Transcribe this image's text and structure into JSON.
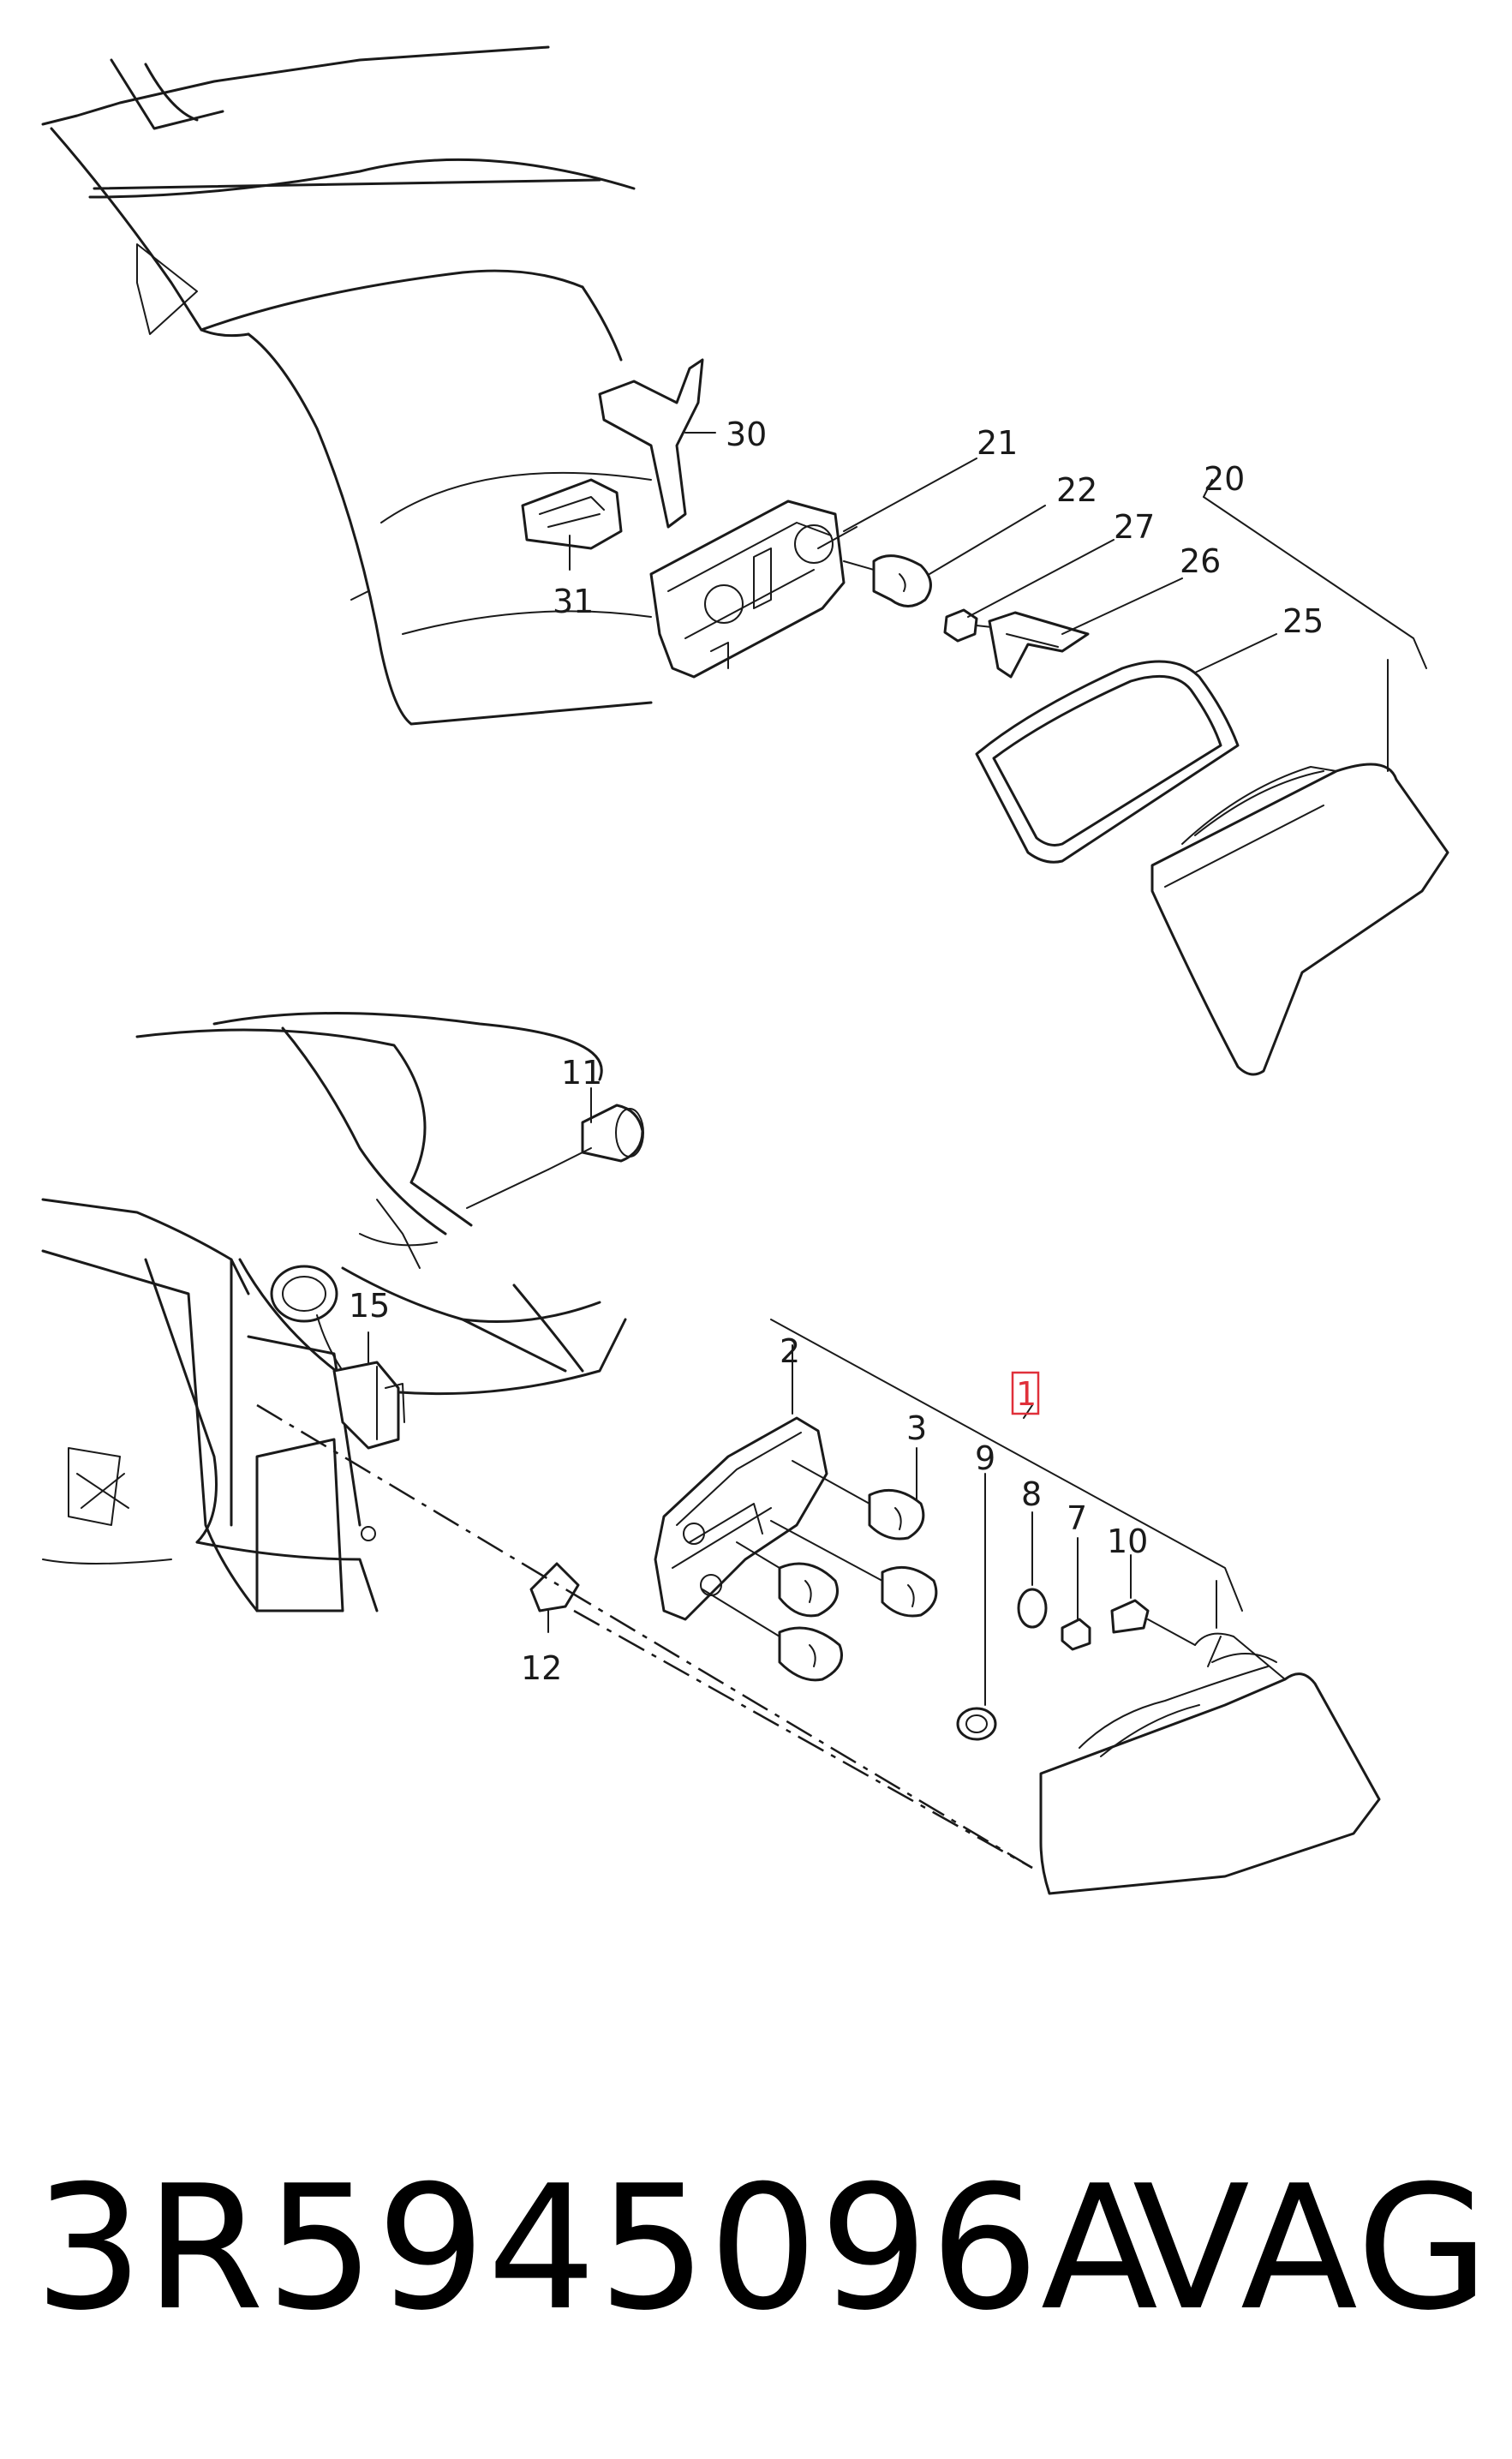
{
  "labels": {
    "c1": "1",
    "c2": "2",
    "c3": "3",
    "c7": "7",
    "c8": "8",
    "c9": "9",
    "c10": "10",
    "c11": "11",
    "c12": "12",
    "c15": "15",
    "c20": "20",
    "c21": "21",
    "c22": "22",
    "c25": "25",
    "c26": "26",
    "c27": "27",
    "c30": "30",
    "c31": "31"
  },
  "highlighted_callout": "1",
  "footer": {
    "part_number": "3R5945096A",
    "brand": "VAG"
  },
  "colors": {
    "line": "#1a1a1a",
    "highlight": "#e0303a",
    "background": "#ffffff"
  }
}
